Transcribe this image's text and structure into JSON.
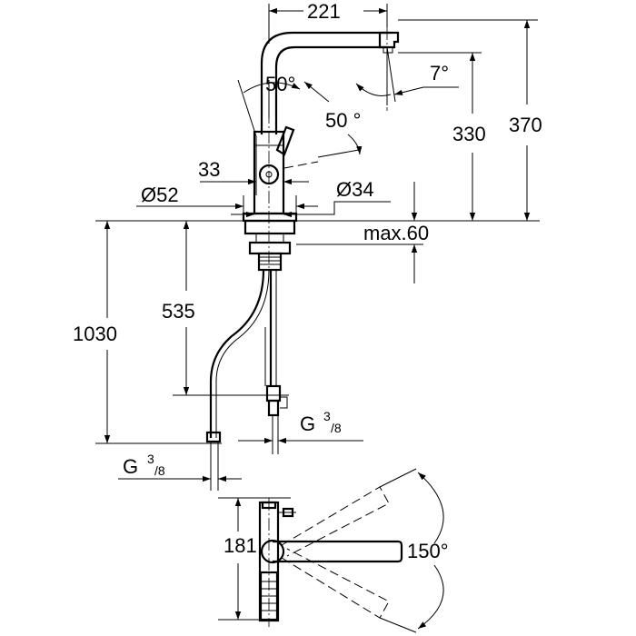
{
  "labels": {
    "width_221": "221",
    "height_370": "370",
    "height_330": "330",
    "angle_7": "7°",
    "angle_50_a": "50°",
    "angle_50_b": "50 °",
    "dim_33": "33",
    "dia_52": "Ø52",
    "dia_34": "Ø34",
    "max_60": "max.60",
    "len_535": "535",
    "len_1030": "1030",
    "thread_right_g": "G",
    "thread_right_num": "3",
    "thread_right_den": "/8",
    "thread_left_g": "G",
    "thread_left_num": "3",
    "thread_left_den": "/8",
    "dim_181": "181",
    "angle_150": "150°"
  }
}
